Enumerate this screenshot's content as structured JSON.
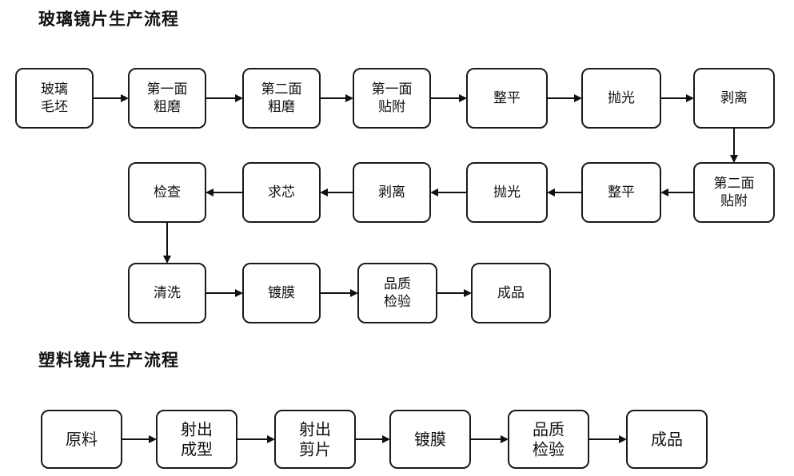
{
  "glass": {
    "title": "玻璃镜片生产流程",
    "steps": [
      {
        "id": "raw-blank",
        "lines": [
          "玻璃",
          "毛坯"
        ]
      },
      {
        "id": "rough-grind-1",
        "lines": [
          "第一面",
          "粗磨"
        ]
      },
      {
        "id": "rough-grind-2",
        "lines": [
          "第二面",
          "粗磨"
        ]
      },
      {
        "id": "attach-1",
        "lines": [
          "第一面",
          "贴附"
        ]
      },
      {
        "id": "level-1",
        "lines": [
          "整平"
        ]
      },
      {
        "id": "polish-1",
        "lines": [
          "抛光"
        ]
      },
      {
        "id": "strip-1",
        "lines": [
          "剥离"
        ]
      },
      {
        "id": "attach-2",
        "lines": [
          "第二面",
          "贴附"
        ]
      },
      {
        "id": "level-2",
        "lines": [
          "整平"
        ]
      },
      {
        "id": "polish-2",
        "lines": [
          "抛光"
        ]
      },
      {
        "id": "strip-2",
        "lines": [
          "剥离"
        ]
      },
      {
        "id": "centering",
        "lines": [
          "求芯"
        ]
      },
      {
        "id": "inspection",
        "lines": [
          "检查"
        ]
      },
      {
        "id": "cleaning",
        "lines": [
          "清洗"
        ]
      },
      {
        "id": "coating",
        "lines": [
          "镀膜"
        ]
      },
      {
        "id": "quality-check",
        "lines": [
          "品质",
          "检验"
        ]
      },
      {
        "id": "finished",
        "lines": [
          "成品"
        ]
      }
    ]
  },
  "plastic": {
    "title": "塑料镜片生产流程",
    "steps": [
      {
        "id": "raw-material",
        "lines": [
          "原料"
        ]
      },
      {
        "id": "injection-molding",
        "lines": [
          "射出",
          "成型"
        ]
      },
      {
        "id": "injection-cutting",
        "lines": [
          "射出",
          "剪片"
        ]
      },
      {
        "id": "coating",
        "lines": [
          "镀膜"
        ]
      },
      {
        "id": "quality-check",
        "lines": [
          "品质",
          "检验"
        ]
      },
      {
        "id": "finished",
        "lines": [
          "成品"
        ]
      }
    ]
  }
}
